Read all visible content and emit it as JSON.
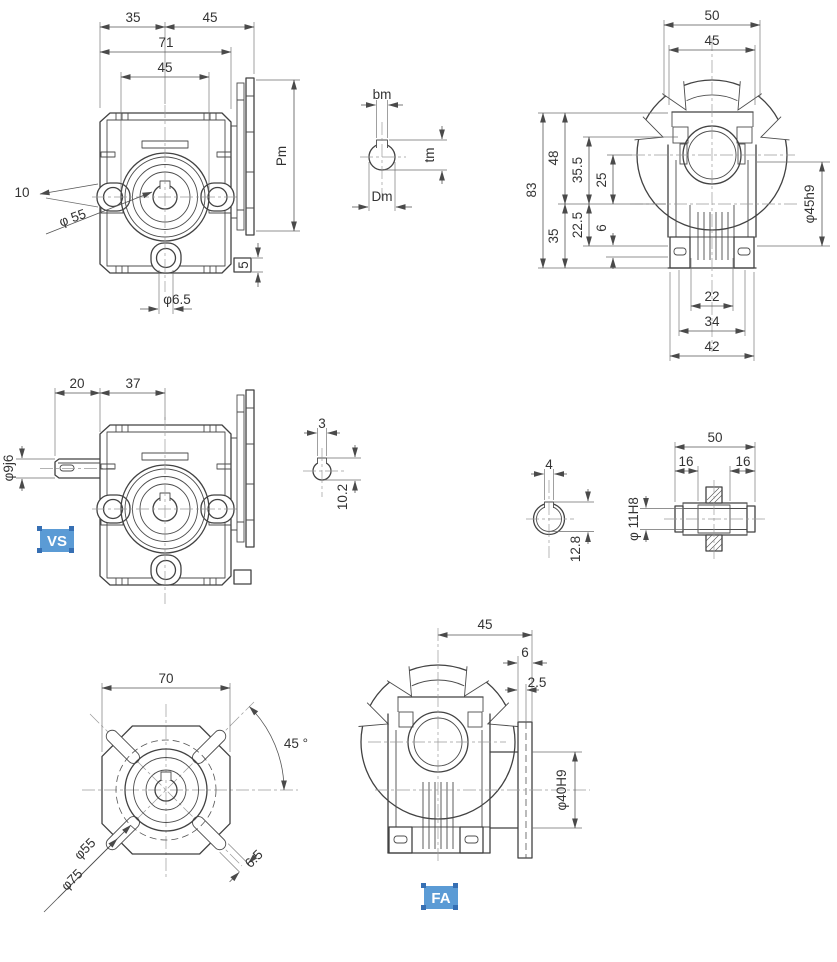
{
  "palette": {
    "background": "#ffffff",
    "object_line": "#424242",
    "dimension_line": "#555555",
    "centerline": "#9a9a9a",
    "tag_background": "#5b9bd5",
    "tag_handle": "#366fb3",
    "tag_text": "#ffffff"
  },
  "tags": {
    "vs": "VS",
    "fa": "FA"
  },
  "views": {
    "output_front": {
      "d35": "35",
      "d45_flange": "45",
      "d71": "71",
      "d45_boss": "45",
      "pm": "Pm",
      "d10": "10",
      "phi55": "φ 55",
      "d5": "5",
      "phi6_5": "φ6.5"
    },
    "motor_key_section": {
      "bm": "bm",
      "tm": "tm",
      "dm": "Dm"
    },
    "input_face": {
      "d50": "50",
      "d45": "45",
      "d83": "83",
      "d48": "48",
      "d35": "35",
      "d35_5": "35.5",
      "d25": "25",
      "d22_5": "22.5",
      "d6": "6",
      "phi45h9": "φ45h9",
      "d22": "22",
      "d34": "34",
      "d42": "42"
    },
    "vs_front": {
      "d20": "20",
      "d37": "37",
      "phi9j6": "φ9j6"
    },
    "key_section_small": {
      "d3": "3",
      "d10_2": "10.2"
    },
    "key_section_mid": {
      "d4": "4",
      "d12_8": "12.8"
    },
    "hollow_shaft": {
      "phi11h8": "φ 11H8",
      "d50": "50",
      "d16_left": "16",
      "d16_right": "16"
    },
    "flange_face": {
      "d70": "70",
      "angle45": "45 °",
      "phi55": "φ55",
      "phi75": "φ75",
      "d6_5": "6.5"
    },
    "fa_side": {
      "d45": "45",
      "d6": "6",
      "d2_5": "2.5",
      "phi40h9": "φ40H9"
    }
  }
}
